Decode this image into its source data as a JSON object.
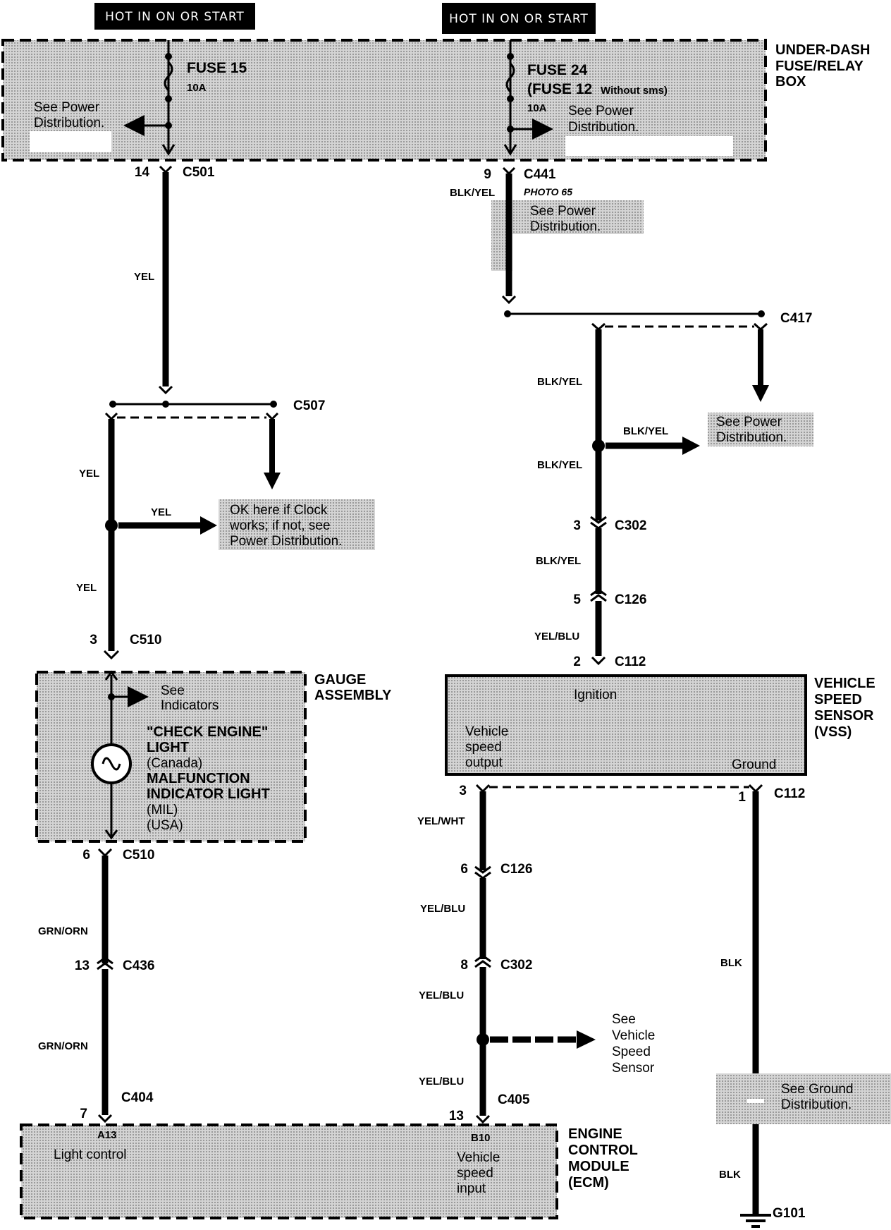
{
  "power_headers": {
    "left": "HOT IN ON OR START",
    "right": "HOT IN ON OR START"
  },
  "fuse_box": {
    "title_lines": [
      "UNDER-DASH",
      "FUSE/RELAY",
      "BOX"
    ],
    "fuse_left": "FUSE 15",
    "fuse_left_rating": "10A",
    "fuse_left_note_lines": [
      "See Power",
      "Distribution."
    ],
    "fuse_right": "FUSE 24",
    "fuse_right_alt": "(FUSE 12",
    "fuse_right_alt_note": "Without sms)",
    "fuse_right_rating": "10A",
    "fuse_right_note_lines": [
      "See Power",
      "Distribution."
    ]
  },
  "connectors": {
    "c501": {
      "pin": "14",
      "name": "C501"
    },
    "c441": {
      "pin": "9",
      "name": "C441",
      "photo": "PHOTO 65"
    },
    "c417": {
      "name": "C417"
    },
    "c507": {
      "name": "C507"
    },
    "c510_top": {
      "pin": "3",
      "name": "C510"
    },
    "c510_bottom": {
      "pin": "6",
      "name": "C510"
    },
    "c302_top": {
      "pin": "3",
      "name": "C302"
    },
    "c126_top": {
      "pin": "5",
      "name": "C126"
    },
    "c112_top": {
      "pin": "2",
      "name": "C112"
    },
    "c112_bottom_left": {
      "pin": "3"
    },
    "c112_bottom_right": {
      "pin": "1",
      "name": "C112"
    },
    "c126_bottom": {
      "pin": "6",
      "name": "C126"
    },
    "c302_bottom": {
      "pin": "8",
      "name": "C302"
    },
    "c405": {
      "pin": "13",
      "name": "C405"
    },
    "c436": {
      "pin": "13",
      "name": "C436"
    },
    "c404": {
      "pin": "7",
      "name": "C404"
    },
    "g101": {
      "name": "G101"
    }
  },
  "wires": {
    "yel_1": "YEL",
    "yel_2": "YEL",
    "yel_3": "YEL",
    "yel_4": "YEL",
    "blk_yel_1": "BLK/YEL",
    "blk_yel_2": "BLK/YEL",
    "blk_yel_3": "BLK/YEL",
    "blk_yel_4": "BLK/YEL",
    "blk_yel_5": "BLK/YEL",
    "yel_blu_1": "YEL/BLU",
    "yel_wht": "YEL/WHT",
    "yel_blu_2": "YEL/BLU",
    "yel_blu_3": "YEL/BLU",
    "yel_blu_4": "YEL/BLU",
    "grn_orn_1": "GRN/ORN",
    "grn_orn_2": "GRN/ORN",
    "blk_1": "BLK",
    "blk_2": "BLK"
  },
  "notes": {
    "power_dist_c441_lines": [
      "See Power",
      "Distribution."
    ],
    "power_dist_c417_lines": [
      "See Power",
      "Distribution."
    ],
    "clock_lines": [
      "OK here if Clock",
      "works; if not, see",
      "Power Distribution."
    ],
    "indicators_lines": [
      "See",
      "Indicators"
    ],
    "vss_see_lines": [
      "See",
      "Vehicle",
      "Speed",
      "Sensor"
    ],
    "ground_dist_lines": [
      "See Ground",
      "Distribution."
    ]
  },
  "gauge_assembly": {
    "title_lines": [
      "GAUGE",
      "ASSEMBLY"
    ],
    "lamp_lines": [
      "\"CHECK ENGINE\"",
      "LIGHT",
      "(Canada)",
      "MALFUNCTION",
      "INDICATOR LIGHT",
      "(MIL)",
      "(USA)"
    ]
  },
  "vss": {
    "title_lines": [
      "VEHICLE",
      "SPEED",
      "SENSOR",
      "(VSS)"
    ],
    "ignition": "Ignition",
    "output_lines": [
      "Vehicle",
      "speed",
      "output"
    ],
    "ground": "Ground"
  },
  "ecm": {
    "title_lines": [
      "ENGINE",
      "CONTROL",
      "MODULE",
      "(ECM)"
    ],
    "pin_a13": "A13",
    "light_control": "Light control",
    "pin_b10": "B10",
    "input_lines": [
      "Vehicle",
      "speed",
      "input"
    ]
  }
}
